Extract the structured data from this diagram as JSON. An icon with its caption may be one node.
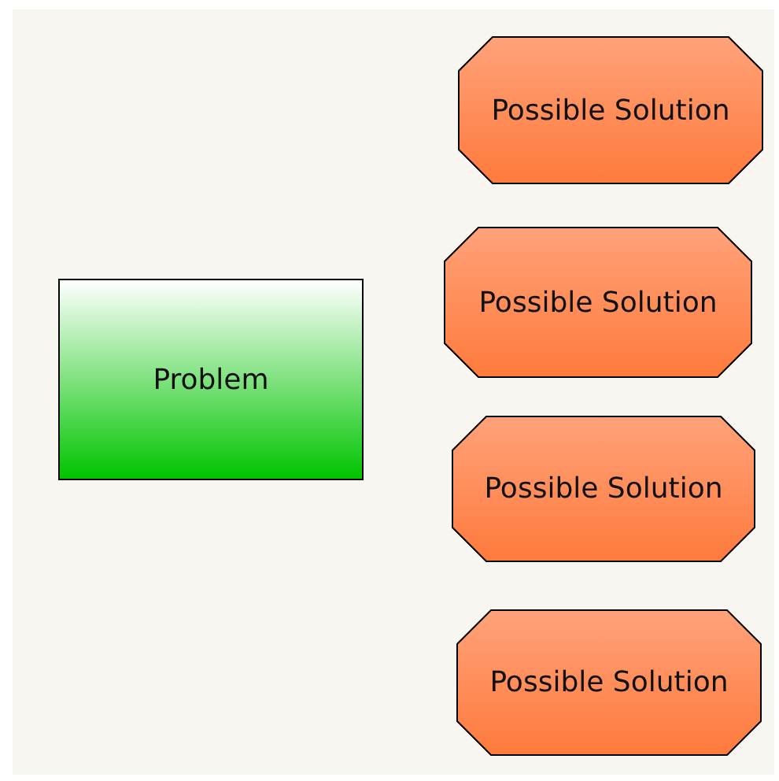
{
  "diagram": {
    "nodes": [
      {
        "text": [
          "Problem"
        ]
      },
      {
        "text": [
          "Possible Solution"
        ]
      },
      {
        "text": [
          "Possible Solution"
        ]
      },
      {
        "text": [
          "Possible Solution"
        ]
      },
      {
        "text": [
          "Possible Solution"
        ]
      }
    ]
  }
}
